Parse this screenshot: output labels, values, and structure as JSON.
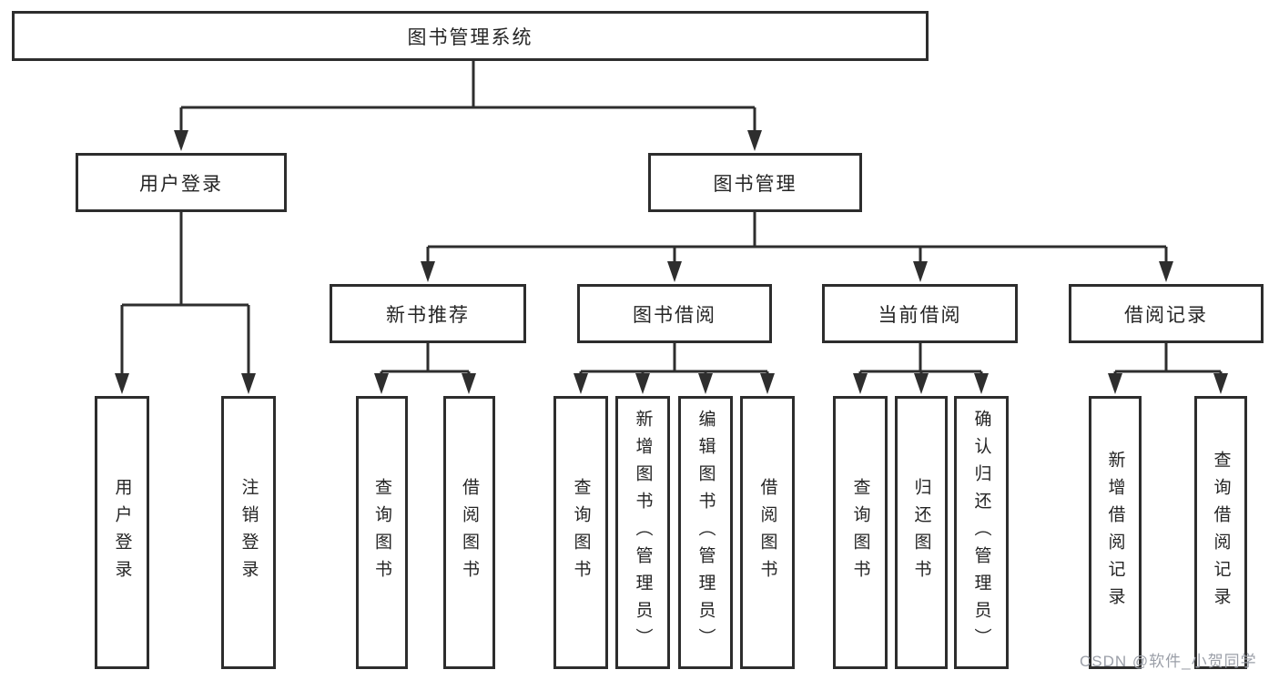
{
  "tree": {
    "label": "图书管理系统",
    "children": [
      {
        "label": "用户登录",
        "children": [
          {
            "label": "用户登录"
          },
          {
            "label": "注销登录"
          }
        ]
      },
      {
        "label": "图书管理",
        "children": [
          {
            "label": "新书推荐",
            "children": [
              {
                "label": "查询图书"
              },
              {
                "label": "借阅图书"
              }
            ]
          },
          {
            "label": "图书借阅",
            "children": [
              {
                "label": "查询图书"
              },
              {
                "label": "新增图书（管理员）"
              },
              {
                "label": "编辑图书（管理员）"
              },
              {
                "label": "借阅图书"
              }
            ]
          },
          {
            "label": "当前借阅",
            "children": [
              {
                "label": "查询图书"
              },
              {
                "label": "归还图书"
              },
              {
                "label": "确认归还（管理员）"
              }
            ]
          },
          {
            "label": "借阅记录",
            "children": [
              {
                "label": "新增借阅记录"
              },
              {
                "label": "查询借阅记录"
              }
            ]
          }
        ]
      }
    ]
  },
  "watermark": {
    "text": "CSDN @软件_小贺同学"
  },
  "colors": {
    "line": "#2e2e2e",
    "box_border": "#2d2d2d",
    "text": "#252525",
    "watermark": "#9b9fa8",
    "background": "#ffffff"
  }
}
